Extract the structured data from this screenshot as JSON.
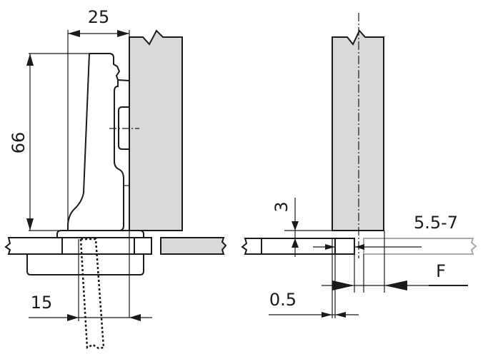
{
  "colors": {
    "panel_fill": "#d9d9d9",
    "line": "#1a1a1a",
    "ghost": "#aaaaaa"
  },
  "left_view": {
    "dim_width": "25",
    "dim_height": "66",
    "dim_offset": "15"
  },
  "right_view": {
    "dim_plate": "3",
    "dim_gap": "5.5-7",
    "force_label": "F",
    "dim_min": "0.5"
  }
}
